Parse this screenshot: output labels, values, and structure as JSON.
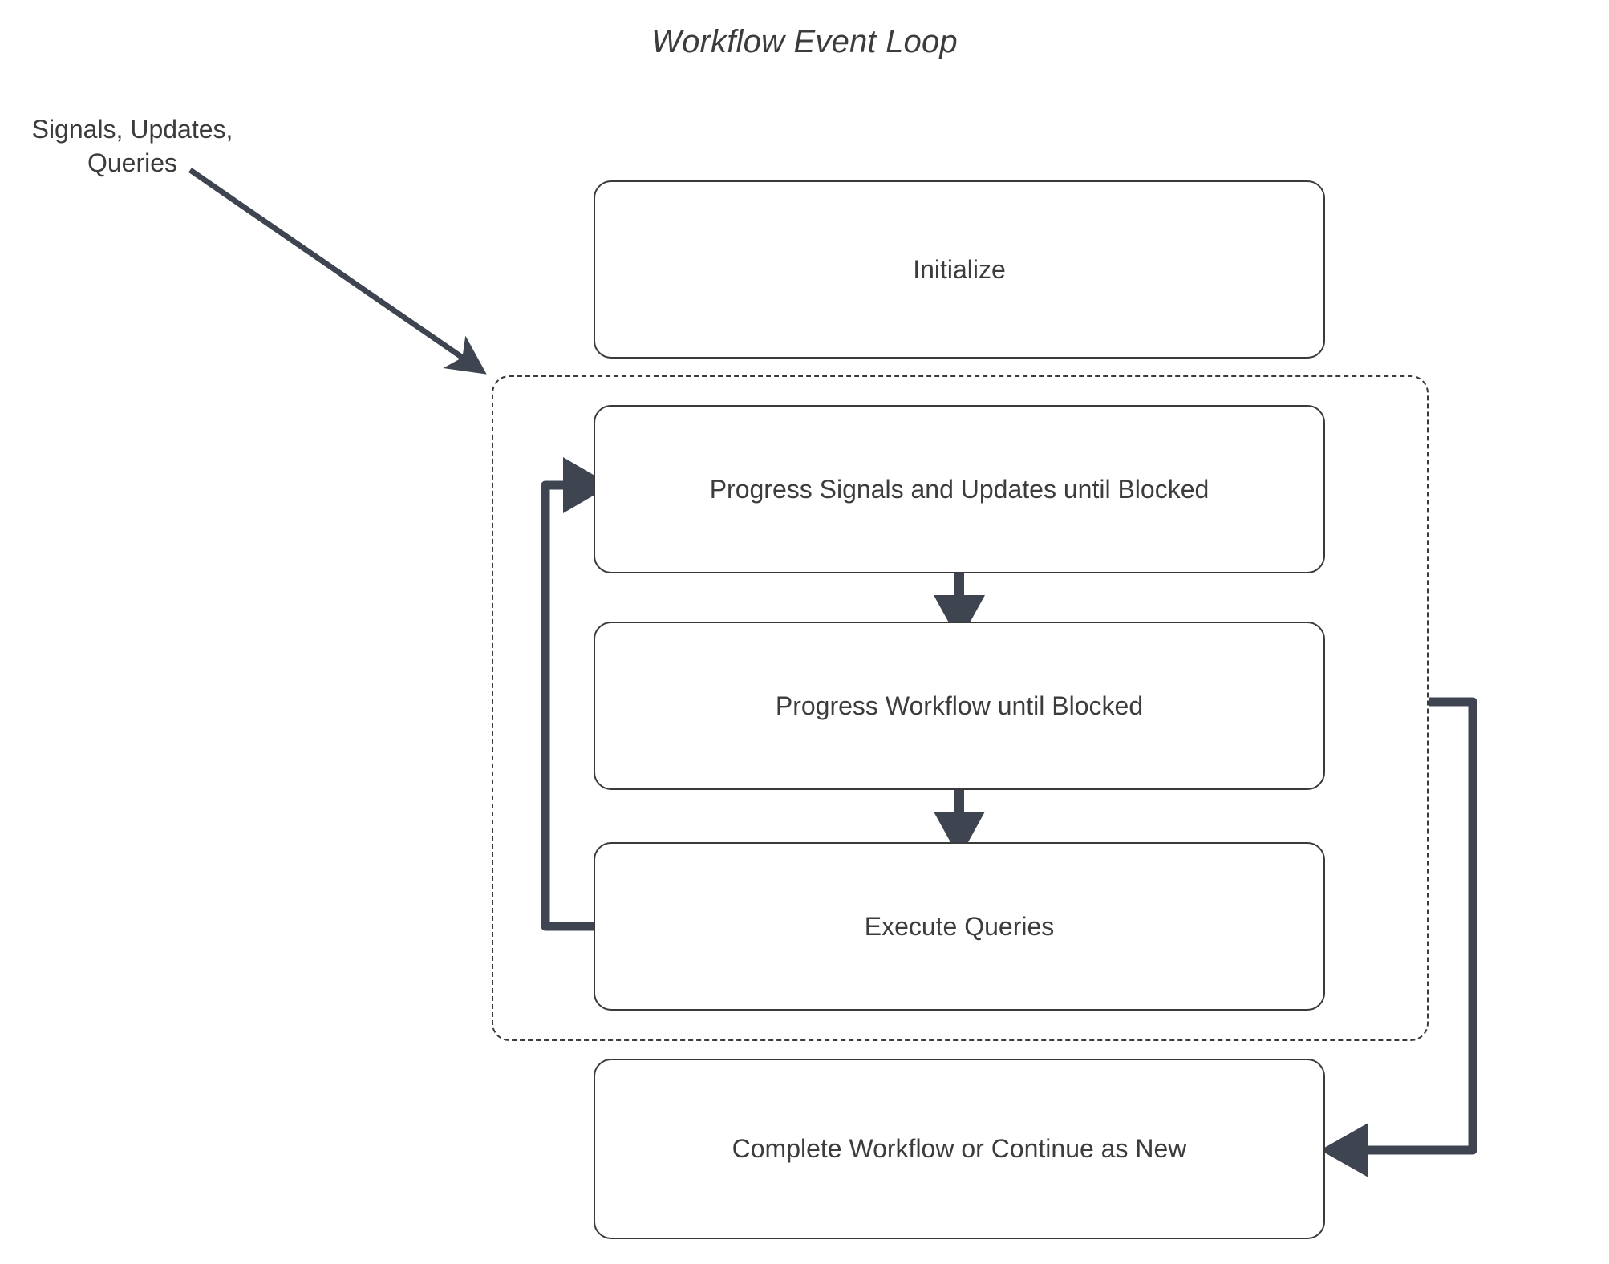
{
  "diagram": {
    "title": "Workflow Event Loop",
    "background_color": "#ffffff",
    "node_border_color": "#3a3a3a",
    "text_color": "#3c3c3c",
    "flow_color": "#3f4550",
    "nodes": [
      {
        "id": "initialize",
        "label": "Initialize"
      },
      {
        "id": "progress-signals",
        "label": "Progress Signals and Updates until Blocked"
      },
      {
        "id": "progress-workflow",
        "label": "Progress Workflow until Blocked"
      },
      {
        "id": "execute-queries",
        "label": "Execute Queries"
      },
      {
        "id": "complete-workflow",
        "label": "Complete Workflow or Continue as New"
      }
    ],
    "labels": {
      "signals_input": "Signals, Updates,\nQueries"
    },
    "edges": [
      {
        "from": "signals_input",
        "to": "loop-region",
        "style": "solid-diagonal-arrow"
      },
      {
        "from": "progress-signals",
        "to": "progress-workflow",
        "style": "down-arrow"
      },
      {
        "from": "progress-workflow",
        "to": "execute-queries",
        "style": "down-arrow"
      },
      {
        "from": "execute-queries",
        "to": "progress-signals",
        "style": "loop-back-left"
      },
      {
        "from": "loop-region",
        "to": "complete-workflow",
        "style": "loop-exit-right"
      }
    ],
    "loop_region": {
      "border_style": "dashed"
    }
  }
}
